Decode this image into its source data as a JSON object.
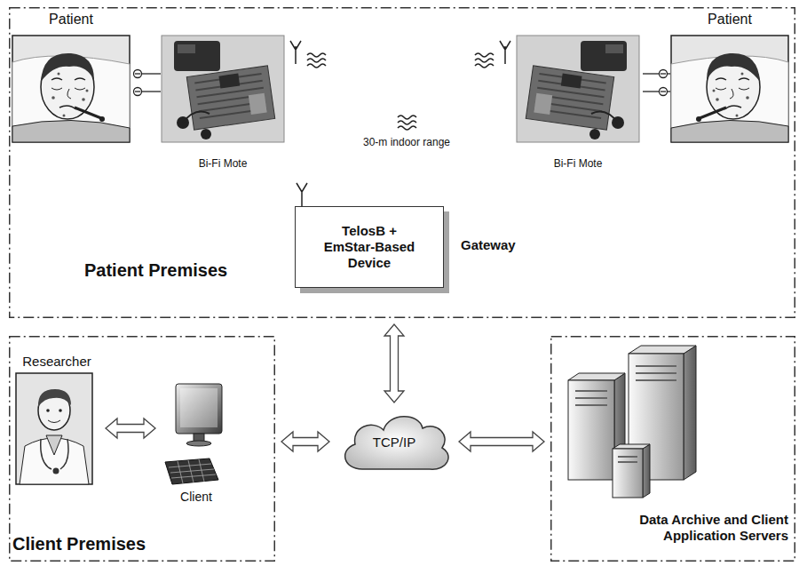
{
  "diagram": {
    "nodes": [
      {
        "text": [
          "Patient Premises"
        ]
      },
      {
        "text": [
          "Patient"
        ],
        "in": 0
      },
      {
        "text": [
          "Bi-Fi Mote"
        ],
        "in": 0
      },
      {
        "text": [
          "Bi-Fi Mote"
        ],
        "in": 0
      },
      {
        "text": [
          "Patient"
        ],
        "in": 0
      },
      {
        "text": [
          "TelosB + EmStar-Based Device",
          "Gateway"
        ],
        "in": 0
      },
      {
        "text": [
          "Client Premises"
        ]
      },
      {
        "text": [
          "Researcher"
        ],
        "in": 6
      },
      {
        "text": [
          "Client"
        ],
        "in": 6
      },
      {
        "text": [
          "TCP/IP"
        ]
      },
      {
        "text": [
          "Data Archive and Client Application Servers"
        ]
      }
    ],
    "edges": [
      {
        "from": 1,
        "to": 2,
        "arrow": "none"
      },
      {
        "from": 1,
        "to": 2,
        "arrow": "none"
      },
      {
        "from": 3,
        "to": 4,
        "arrow": "none"
      },
      {
        "from": 3,
        "to": 4,
        "arrow": "none"
      },
      {
        "from": 0,
        "to": 9,
        "arrow": "both"
      },
      {
        "from": 7,
        "to": 8,
        "arrow": "both"
      },
      {
        "from": 6,
        "to": 9,
        "arrow": "both"
      },
      {
        "from": 9,
        "to": 10,
        "arrow": "both"
      }
    ],
    "labels": [
      "30-m indoor range"
    ]
  }
}
